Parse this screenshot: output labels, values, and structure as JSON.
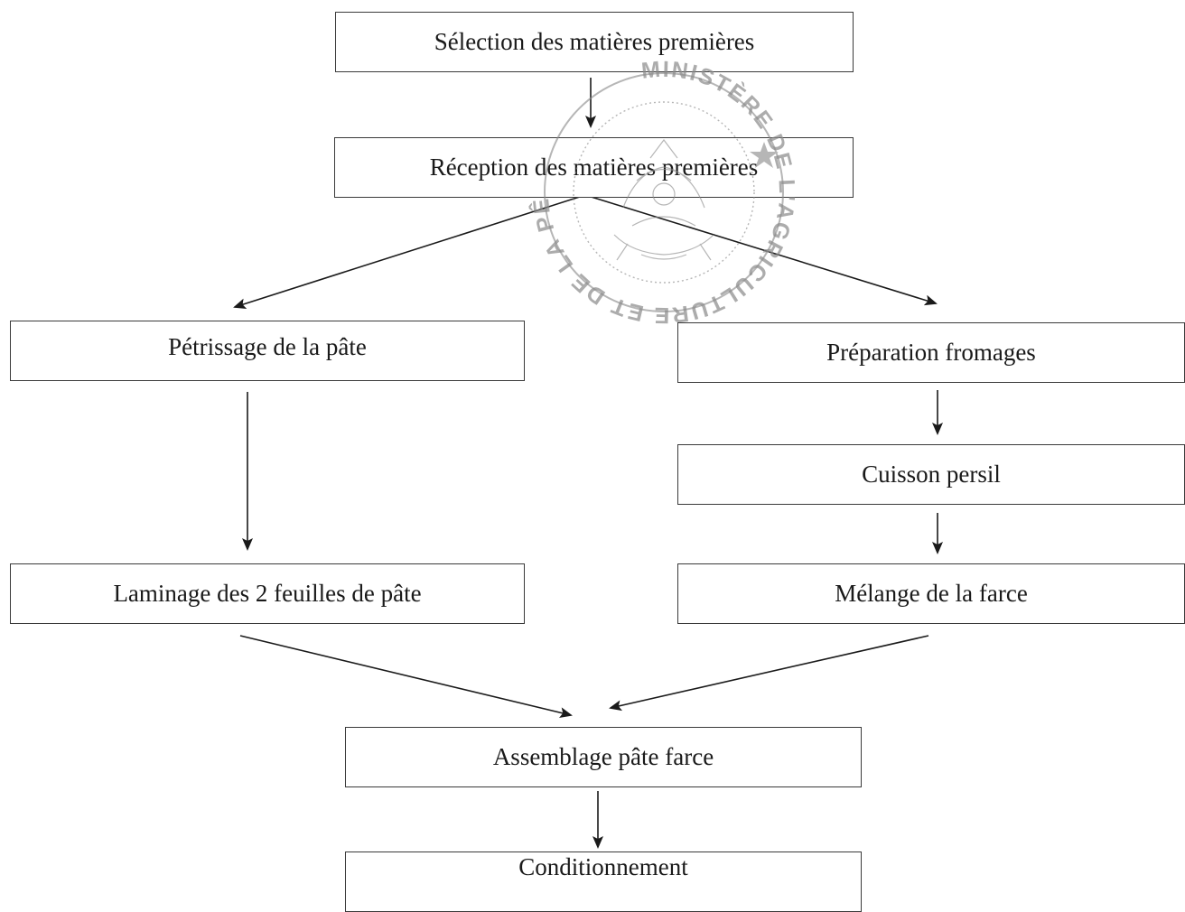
{
  "steps": {
    "selection": "Sélection des matières premières",
    "reception": "Réception des matières premières",
    "petrissage": "Pétrissage de la pâte",
    "preparation": "Préparation fromages",
    "cuisson": "Cuisson persil",
    "laminage": "Laminage des 2 feuilles de pâte",
    "melange": "Mélange de la farce",
    "assemblage": "Assemblage pâte farce",
    "conditionnement": "Conditionnement"
  },
  "stamp": {
    "text": "MINISTÈRE DE L'AGRICULTURE ET DE LA PÊCHE"
  },
  "colors": {
    "ink": "#1a1a1a",
    "border": "#3a3a3a",
    "stamp": "#8a8a8a"
  }
}
